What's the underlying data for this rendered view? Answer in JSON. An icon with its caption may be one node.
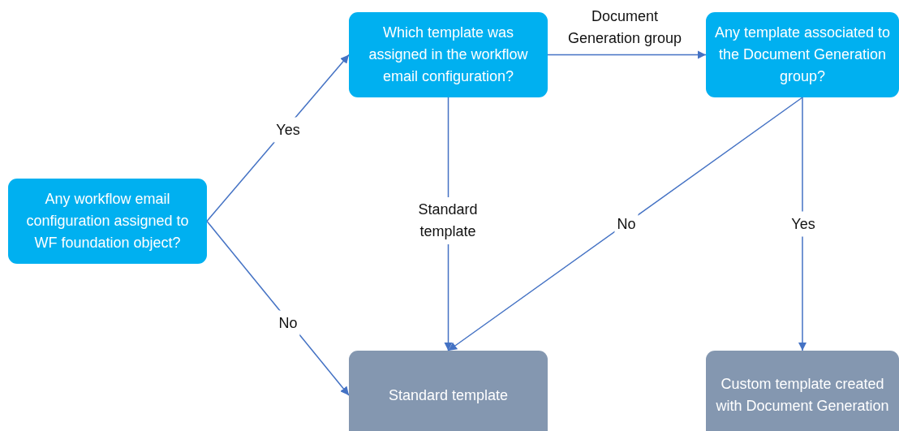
{
  "diagram": {
    "nodes": [
      {
        "text": [
          "Any workflow email configuration assigned to WF foundation object?"
        ]
      },
      {
        "text": [
          "Which template was assigned in the workflow email configuration?"
        ]
      },
      {
        "text": [
          "Any template associated to the Document Generation group?"
        ]
      },
      {
        "text": [
          "Standard template"
        ]
      },
      {
        "text": [
          "Custom template created with Document Generation"
        ]
      }
    ],
    "edges": [
      {
        "from": 0,
        "to": 1,
        "arrow": "to",
        "label": "Yes"
      },
      {
        "from": 0,
        "to": 3,
        "arrow": "to",
        "label": "No"
      },
      {
        "from": 1,
        "to": 2,
        "arrow": "to",
        "label": "Document Generation group"
      },
      {
        "from": 1,
        "to": 3,
        "arrow": "to",
        "label": "Standard template"
      },
      {
        "from": 2,
        "to": 3,
        "arrow": "to",
        "label": "No"
      },
      {
        "from": 2,
        "to": 4,
        "arrow": "to",
        "label": "Yes"
      }
    ]
  }
}
